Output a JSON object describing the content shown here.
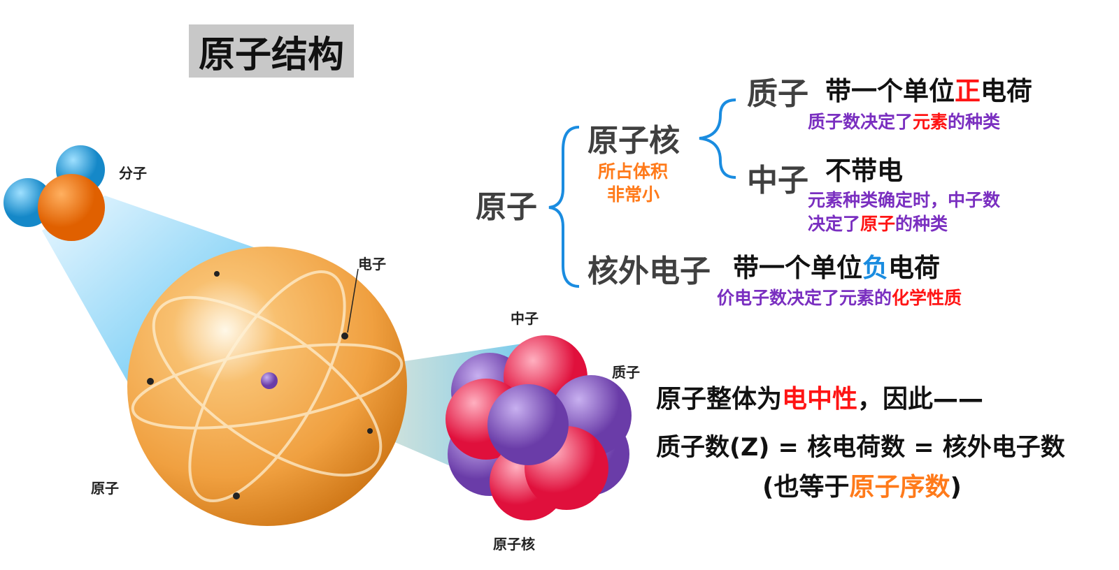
{
  "title": "原子结构",
  "illustration": {
    "molecule_label": "分子",
    "electron_label": "电子",
    "atom_label": "原子",
    "neutron_label": "中子",
    "proton_label": "质子",
    "nucleus_label": "原子核"
  },
  "tree": {
    "root": "原子",
    "nucleus": {
      "label": "原子核",
      "note_line1": "所占体积",
      "note_line2": "非常小"
    },
    "proton": {
      "label": "质子",
      "desc_a": "带一个单位",
      "desc_b": "正",
      "desc_c": "电荷",
      "note_a": "质子数决定了",
      "note_b": "元素",
      "note_c": "的种类"
    },
    "neutron": {
      "label": "中子",
      "desc": "不带电",
      "note_line1": "元素种类确定时，中子数",
      "note_a": "决定了",
      "note_b": "原子",
      "note_c": "的种类"
    },
    "electrons": {
      "label": "核外电子",
      "desc_a": "带一个单位",
      "desc_b": "负",
      "desc_c": "电荷",
      "note_a": "价电子数决定了元素的",
      "note_b": "化学性质"
    }
  },
  "conclusion": {
    "line1_a": "原子整体为",
    "line1_b": "电中性",
    "line1_c": "，因此——",
    "line2": "质子数(Z) = 核电荷数 = 核外电子数",
    "line3_a": "(也等于",
    "line3_b": "原子序数",
    "line3_c": ")"
  },
  "colors": {
    "red": "#ff1414",
    "purple": "#7a2fc0",
    "orange": "#ff7a1a",
    "blue": "#1a8ce0"
  }
}
